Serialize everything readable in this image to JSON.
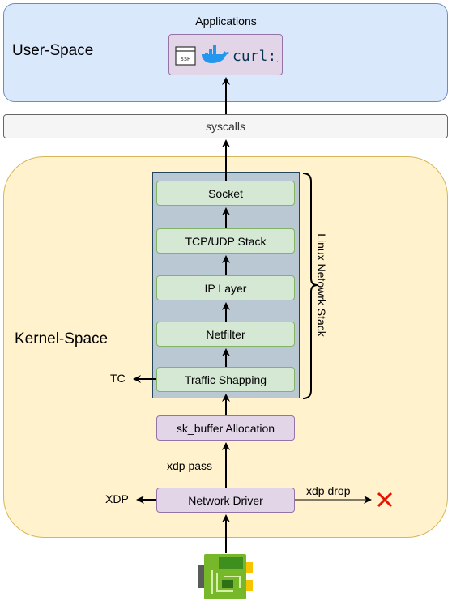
{
  "user_space": {
    "label": "User-Space"
  },
  "applications": {
    "label": "Applications",
    "icons": [
      "terminal-ssh-icon",
      "docker-whale-icon",
      "curl-logo"
    ],
    "ssh_text": "SSH",
    "curl_text": "curl://"
  },
  "syscalls": {
    "label": "syscalls"
  },
  "kernel_space": {
    "label": "Kernel-Space"
  },
  "network_stack": {
    "label": "Linux Netowrk Stack",
    "layers": [
      "Socket",
      "TCP/UDP Stack",
      "IP Layer",
      "Netfilter",
      "Traffic Shapping"
    ]
  },
  "sk_buffer": {
    "label": "sk_buffer Allocation"
  },
  "network_driver": {
    "label": "Network Driver"
  },
  "edges": {
    "tc": "TC",
    "xdp": "XDP",
    "xdp_pass": "xdp pass",
    "xdp_drop": "xdp drop"
  },
  "nic": {
    "icon": "network-card-icon"
  },
  "colors": {
    "user_fill": "#dae8fc",
    "kernel_fill": "#fff2cc",
    "stack_fill": "#bac8d3",
    "layer_fill": "#d5e8d4",
    "driver_fill": "#e1d5e7",
    "drop_mark": "#e51400"
  }
}
